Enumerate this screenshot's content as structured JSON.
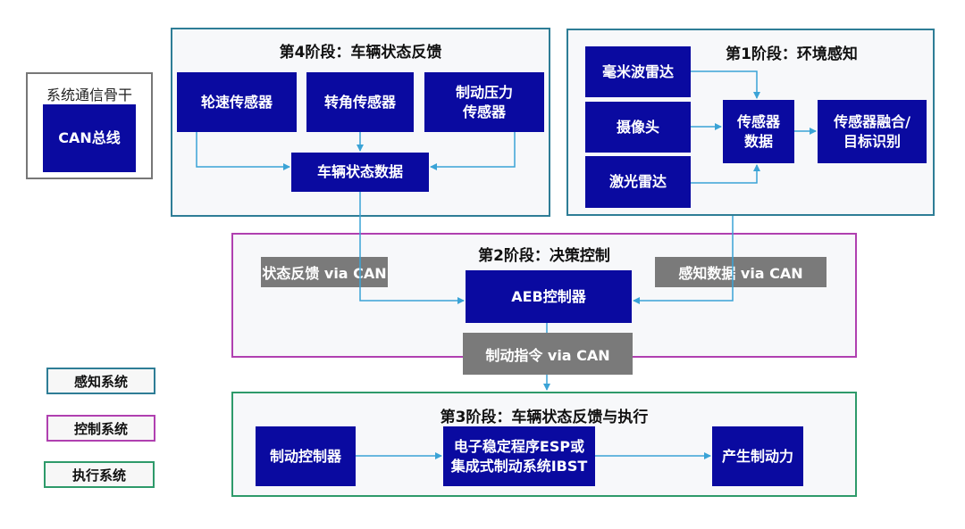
{
  "backbone": {
    "title": "系统通信骨干",
    "node": "CAN总线"
  },
  "stage4": {
    "title": "第4阶段：车辆状态反馈",
    "nodes": [
      "轮速传感器",
      "转角传感器",
      "制动压力\n传感器"
    ],
    "hub": "车辆状态数据"
  },
  "stage1": {
    "title": "第1阶段：环境感知",
    "sensors": [
      "毫米波雷达",
      "摄像头",
      "激光雷达"
    ],
    "hub": "传感器\n数据",
    "fusion": "传感器融合/\n目标识别"
  },
  "stage2": {
    "title": "第2阶段：决策控制",
    "left_msg": "状态反馈 via CAN",
    "right_msg": "感知数据 via CAN",
    "controller": "AEB控制器",
    "out_msg": "制动指令 via CAN"
  },
  "stage3": {
    "title": "第3阶段：车辆状态反馈与执行",
    "nodes": [
      "制动控制器",
      "电子稳定程序ESP或\n集成式制动系统IBST",
      "产生制动力"
    ]
  },
  "legend": [
    {
      "label": "感知系统",
      "color": "#2e7d96"
    },
    {
      "label": "控制系统",
      "color": "#b040b0"
    },
    {
      "label": "执行系统",
      "color": "#2e9a6a"
    }
  ],
  "colors": {
    "node": "#0a0aa0",
    "message": "#7a7a7a",
    "arrow": "#3aa3d6",
    "perception_border": "#2e7d96",
    "control_border": "#b040b0",
    "execution_border": "#2e9a6a"
  }
}
